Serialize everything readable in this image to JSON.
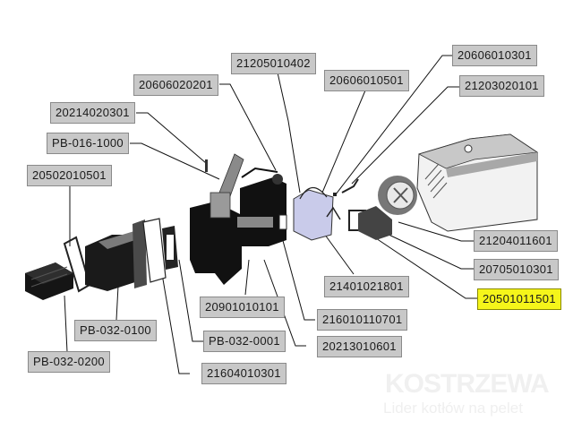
{
  "diagram": {
    "title": "Exploded view of pellet burner assembly",
    "highlight_color": "#f5f51a",
    "label_color": "#c8c8c8",
    "parts": [
      {
        "id": "p1",
        "code": "21205010402",
        "highlighted": false
      },
      {
        "id": "p2",
        "code": "20606020201",
        "highlighted": false
      },
      {
        "id": "p3",
        "code": "20606010501",
        "highlighted": false
      },
      {
        "id": "p4",
        "code": "20606010301",
        "highlighted": false
      },
      {
        "id": "p5",
        "code": "21203020101",
        "highlighted": false
      },
      {
        "id": "p6",
        "code": "20214020301",
        "highlighted": false
      },
      {
        "id": "p7",
        "code": "PB-016-1000",
        "highlighted": false
      },
      {
        "id": "p8",
        "code": "20502010501",
        "highlighted": false
      },
      {
        "id": "p9",
        "code": "21204011601",
        "highlighted": false
      },
      {
        "id": "p10",
        "code": "20705010301",
        "highlighted": false
      },
      {
        "id": "p11",
        "code": "21401021801",
        "highlighted": false
      },
      {
        "id": "p12",
        "code": "20501011501",
        "highlighted": true
      },
      {
        "id": "p13",
        "code": "20901010101",
        "highlighted": false
      },
      {
        "id": "p14",
        "code": "216010110701",
        "highlighted": false
      },
      {
        "id": "p15",
        "code": "PB-032-0100",
        "highlighted": false
      },
      {
        "id": "p16",
        "code": "PB-032-0001",
        "highlighted": false
      },
      {
        "id": "p17",
        "code": "20213010601",
        "highlighted": false
      },
      {
        "id": "p18",
        "code": "PB-032-0200",
        "highlighted": false
      },
      {
        "id": "p19",
        "code": "21604010301",
        "highlighted": false
      }
    ]
  },
  "watermark": {
    "brand": "KOSTRZEWA",
    "tagline": "Lider kotłów na pelet"
  }
}
